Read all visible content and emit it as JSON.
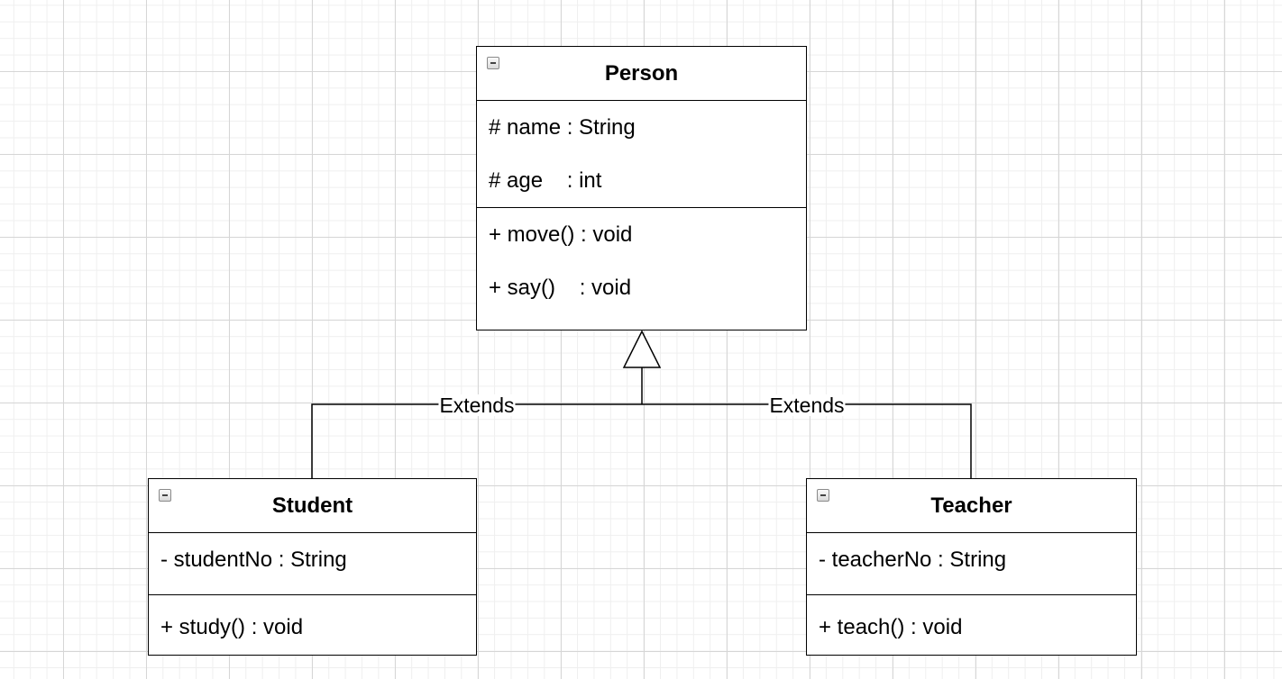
{
  "diagram": {
    "classes": {
      "person": {
        "name": "Person",
        "attributes": [
          "# name : String",
          "# age    : int"
        ],
        "methods": [
          "+ move() : void",
          "+ say()    : void"
        ]
      },
      "student": {
        "name": "Student",
        "attributes": [
          "- studentNo : String"
        ],
        "methods": [
          "+ study() : void"
        ]
      },
      "teacher": {
        "name": "Teacher",
        "attributes": [
          "- teacherNo : String"
        ],
        "methods": [
          "+ teach() : void"
        ]
      }
    },
    "edges": {
      "student_extends": "Extends",
      "teacher_extends": "Extends"
    }
  },
  "colors": {
    "background": "#ffffff",
    "grid_major": "#d6d6d6",
    "grid_minor": "#efefef",
    "stroke": "#000000"
  },
  "icons": {
    "collapse": "collapse-icon"
  }
}
